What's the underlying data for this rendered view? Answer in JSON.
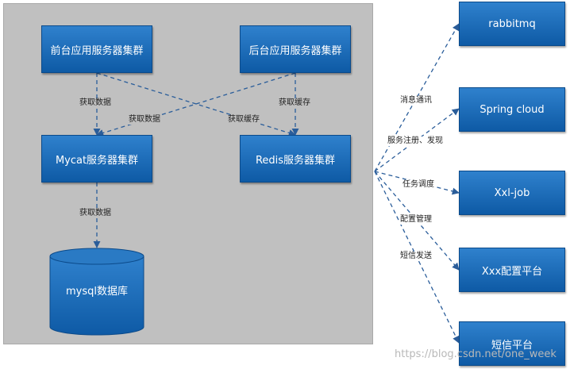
{
  "nodes": {
    "frontend_cluster": "前台应用服务器集群",
    "backend_cluster": "后台应用服务器集群",
    "mycat_cluster": "Mycat服务器集群",
    "redis_cluster": "Redis服务器集群",
    "mysql_db": "mysql数据库",
    "rabbitmq": "rabbitmq",
    "spring_cloud": "Spring cloud",
    "xxl_job": "Xxl-job",
    "xxx_config": "Xxx配置平台",
    "sms_platform": "短信平台"
  },
  "edges": {
    "fetch_data_front": "获取数据",
    "fetch_cache_front": "获取缓存",
    "fetch_data_back": "获取数据",
    "fetch_cache_back": "获取缓存",
    "fetch_data_mysql": "获取数据",
    "message_comm": "消息通讯",
    "service_discovery": "服务注册、发现",
    "task_scheduling": "任务调度",
    "config_mgmt": "配置管理",
    "sms_send": "短信发送"
  },
  "colors": {
    "node_fill": "#1f6fbf",
    "panel": "#c0c0c0",
    "connector": "#2a5d9a"
  },
  "watermark": "https://blog.csdn.net/one_week"
}
